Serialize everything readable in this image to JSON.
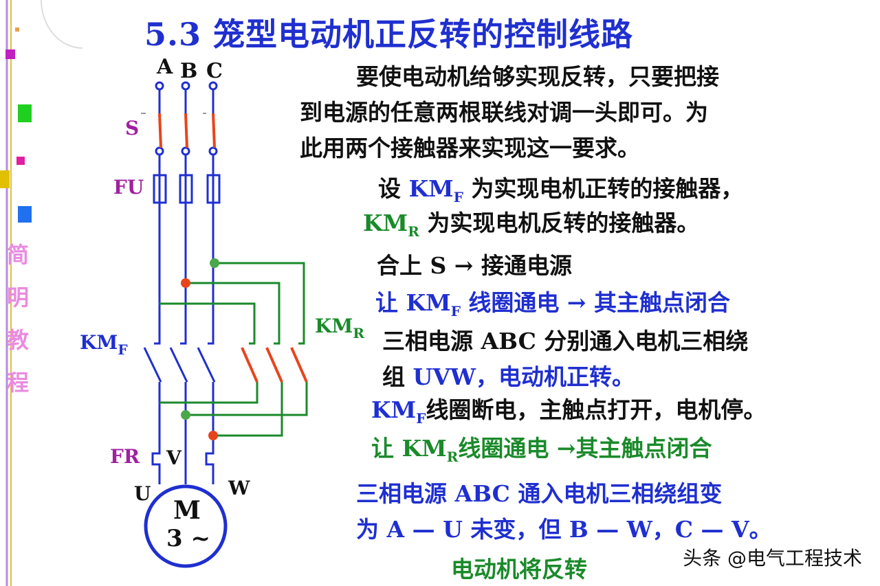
{
  "title": "5.3  笼型电动机正反转的控制线路",
  "intro": {
    "line1": "要使电动机给够实现反转，只要把接",
    "line2": "到电源的任意两根联线对调一头即可。为",
    "line3": "此用两个接触器来实现这一要求。"
  },
  "explain": [
    {
      "pre": "设 ",
      "km": "KM",
      "sub": "F",
      "post": " 为实现电机正转的接触器，",
      "color": "#1f2fd0"
    },
    {
      "pre": "",
      "km": "KM",
      "sub": "R",
      "post": " 为实现电机反转的接触器。",
      "color": "#1a8a2a"
    },
    {
      "text": "合上 S → 接通电源"
    },
    {
      "pre": "让 ",
      "km": "KM",
      "sub": "F",
      "post": " 线圈通电 →  其主触点闭合"
    },
    {
      "text": "三相电源 ABC 分别通入电机三相绕"
    },
    {
      "pre": "组 ",
      "uvw": "UVW，电动机正转。"
    },
    {
      "pre": "",
      "km": "KM",
      "sub": "F",
      "post": "线圈断电，主触点打开，电机停。"
    },
    {
      "pre": "让 ",
      "km": "KM",
      "sub": "R",
      "post": "线圈通电 →其主触点闭合"
    },
    {
      "text": "三相电源 ABC 通入电机三相绕组变"
    },
    {
      "text": "为 A — U 未变，但 B — W，C — V。"
    },
    {
      "text": "电动机将反转"
    }
  ],
  "circuit_labels": {
    "phase_a": "A",
    "phase_b": "B",
    "phase_c": "C",
    "switch": "S",
    "fuse": "FU",
    "kmf": "KM",
    "kmf_sub": "F",
    "kmr": "KM",
    "kmr_sub": "R",
    "fr": "FR",
    "u": "U",
    "v": "V",
    "w": "W",
    "motor_m": "M",
    "motor_phase": "3 ~"
  },
  "side_text": "简明教程",
  "watermark": "头条 @电气工程技术",
  "colors": {
    "blue": "#1f2fd0",
    "green": "#1a8a2a",
    "red": "#e8441c",
    "purple": "#a020a0",
    "pink": "#e98be0"
  }
}
